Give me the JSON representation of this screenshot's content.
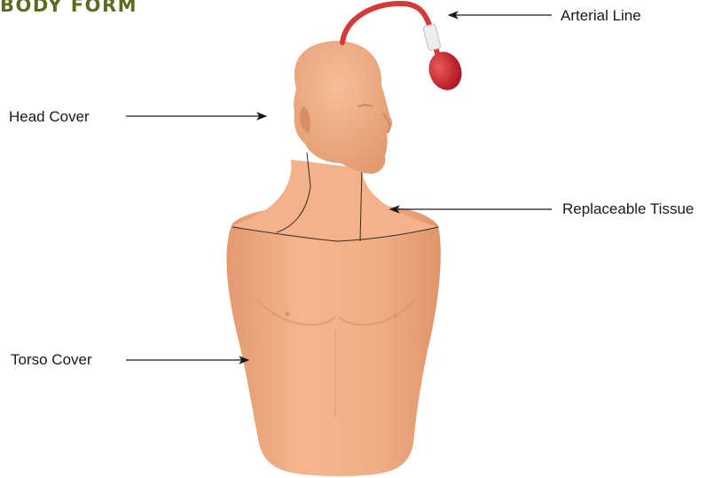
{
  "title": "BODY FORM",
  "labels": {
    "arterial_line": "Arterial Line",
    "head_cover": "Head Cover",
    "replaceable_tissue": "Replaceable Tissue",
    "torso_cover": "Torso Cover"
  },
  "colors": {
    "title": "#5f6a1f",
    "skin": "#f0ad84",
    "skin_shadow": "#d98f66",
    "tube": "#d43a3a",
    "bulb": "#c8202a"
  }
}
